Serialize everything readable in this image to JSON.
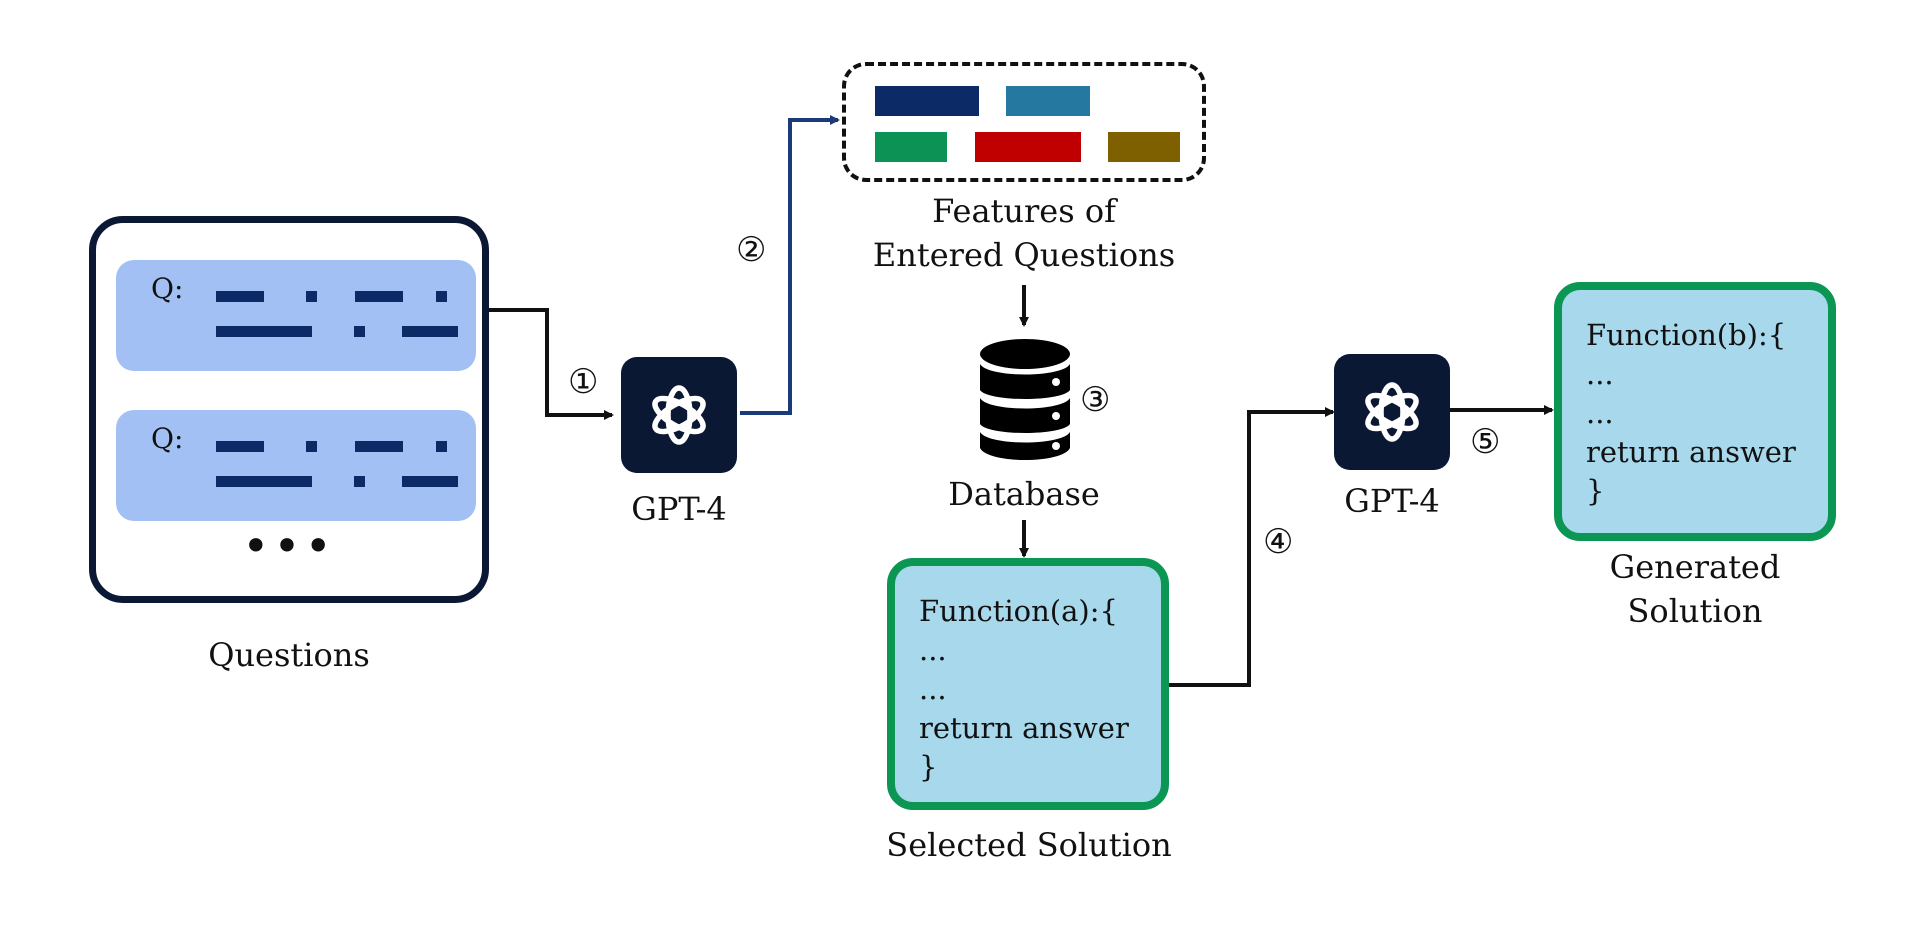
{
  "questions": {
    "label": "Questions",
    "q_prefix": "Q:",
    "more": "•••"
  },
  "gpt_label": "GPT-4",
  "features": {
    "caption_line1": "Features of",
    "caption_line2": "Entered Questions",
    "swatch_colors": [
      "#0b2a66",
      "#2579a0",
      "#0c9254",
      "#c00000",
      "#7f6000"
    ]
  },
  "database": {
    "label": "Database",
    "icon": "database-icon"
  },
  "selected_solution": {
    "label": "Selected Solution",
    "lines": [
      "Function(a):{",
      "...",
      "...",
      "return answer",
      "}"
    ]
  },
  "generated_solution": {
    "label_line1": "Generated",
    "label_line2": "Solution",
    "lines": [
      "Function(b):{",
      "...",
      "...",
      "return answer",
      "}"
    ]
  },
  "steps": [
    "①",
    "②",
    "③",
    "④",
    "⑤"
  ],
  "colors": {
    "navy": "#0b1834",
    "question_card": "#a3c0f4",
    "solution_border": "#0b9654",
    "solution_fill": "#a8d8ec",
    "feature_arrow": "#1a3a7a"
  }
}
